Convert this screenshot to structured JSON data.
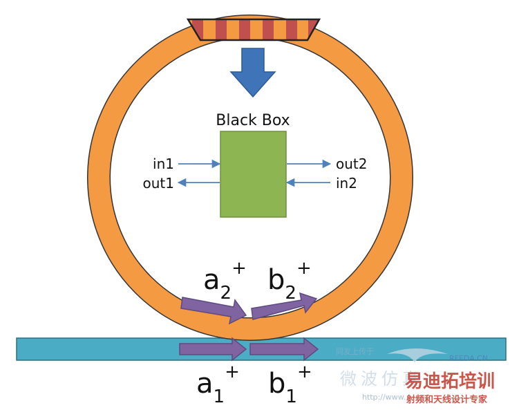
{
  "diagram": {
    "black_box": {
      "title": "Black Box",
      "ports": {
        "in1": "in1",
        "out1": "out1",
        "out2": "out2",
        "in2": "in2"
      }
    },
    "waves": {
      "a2": {
        "base": "a",
        "sub": "2",
        "sup": "+"
      },
      "b2": {
        "base": "b",
        "sub": "2",
        "sup": "+"
      },
      "a1": {
        "base": "a",
        "sub": "1",
        "sup": "+"
      },
      "b1": {
        "base": "b",
        "sub": "1",
        "sup": "+"
      }
    },
    "watermark": {
      "line1": "同友上传于",
      "site": "RFEDA.CN",
      "brand": "微波仿真",
      "brand2": "易迪拓培训",
      "url": "http://www.",
      "tagline": "射频和天线设计专家"
    },
    "colors": {
      "ring": "#F49A42",
      "ring_stroke": "#333333",
      "grating_dark": "#C0504D",
      "grating_light": "#F49A42",
      "arrow_blue": "#3F74B8",
      "box_green": "#8DB652",
      "box_stroke": "#6E8F3C",
      "port_arrow": "#4F81BD",
      "wave_purple": "#8064A2",
      "waveguide": "#4BACC6",
      "brand_red": "#C0392B"
    }
  }
}
